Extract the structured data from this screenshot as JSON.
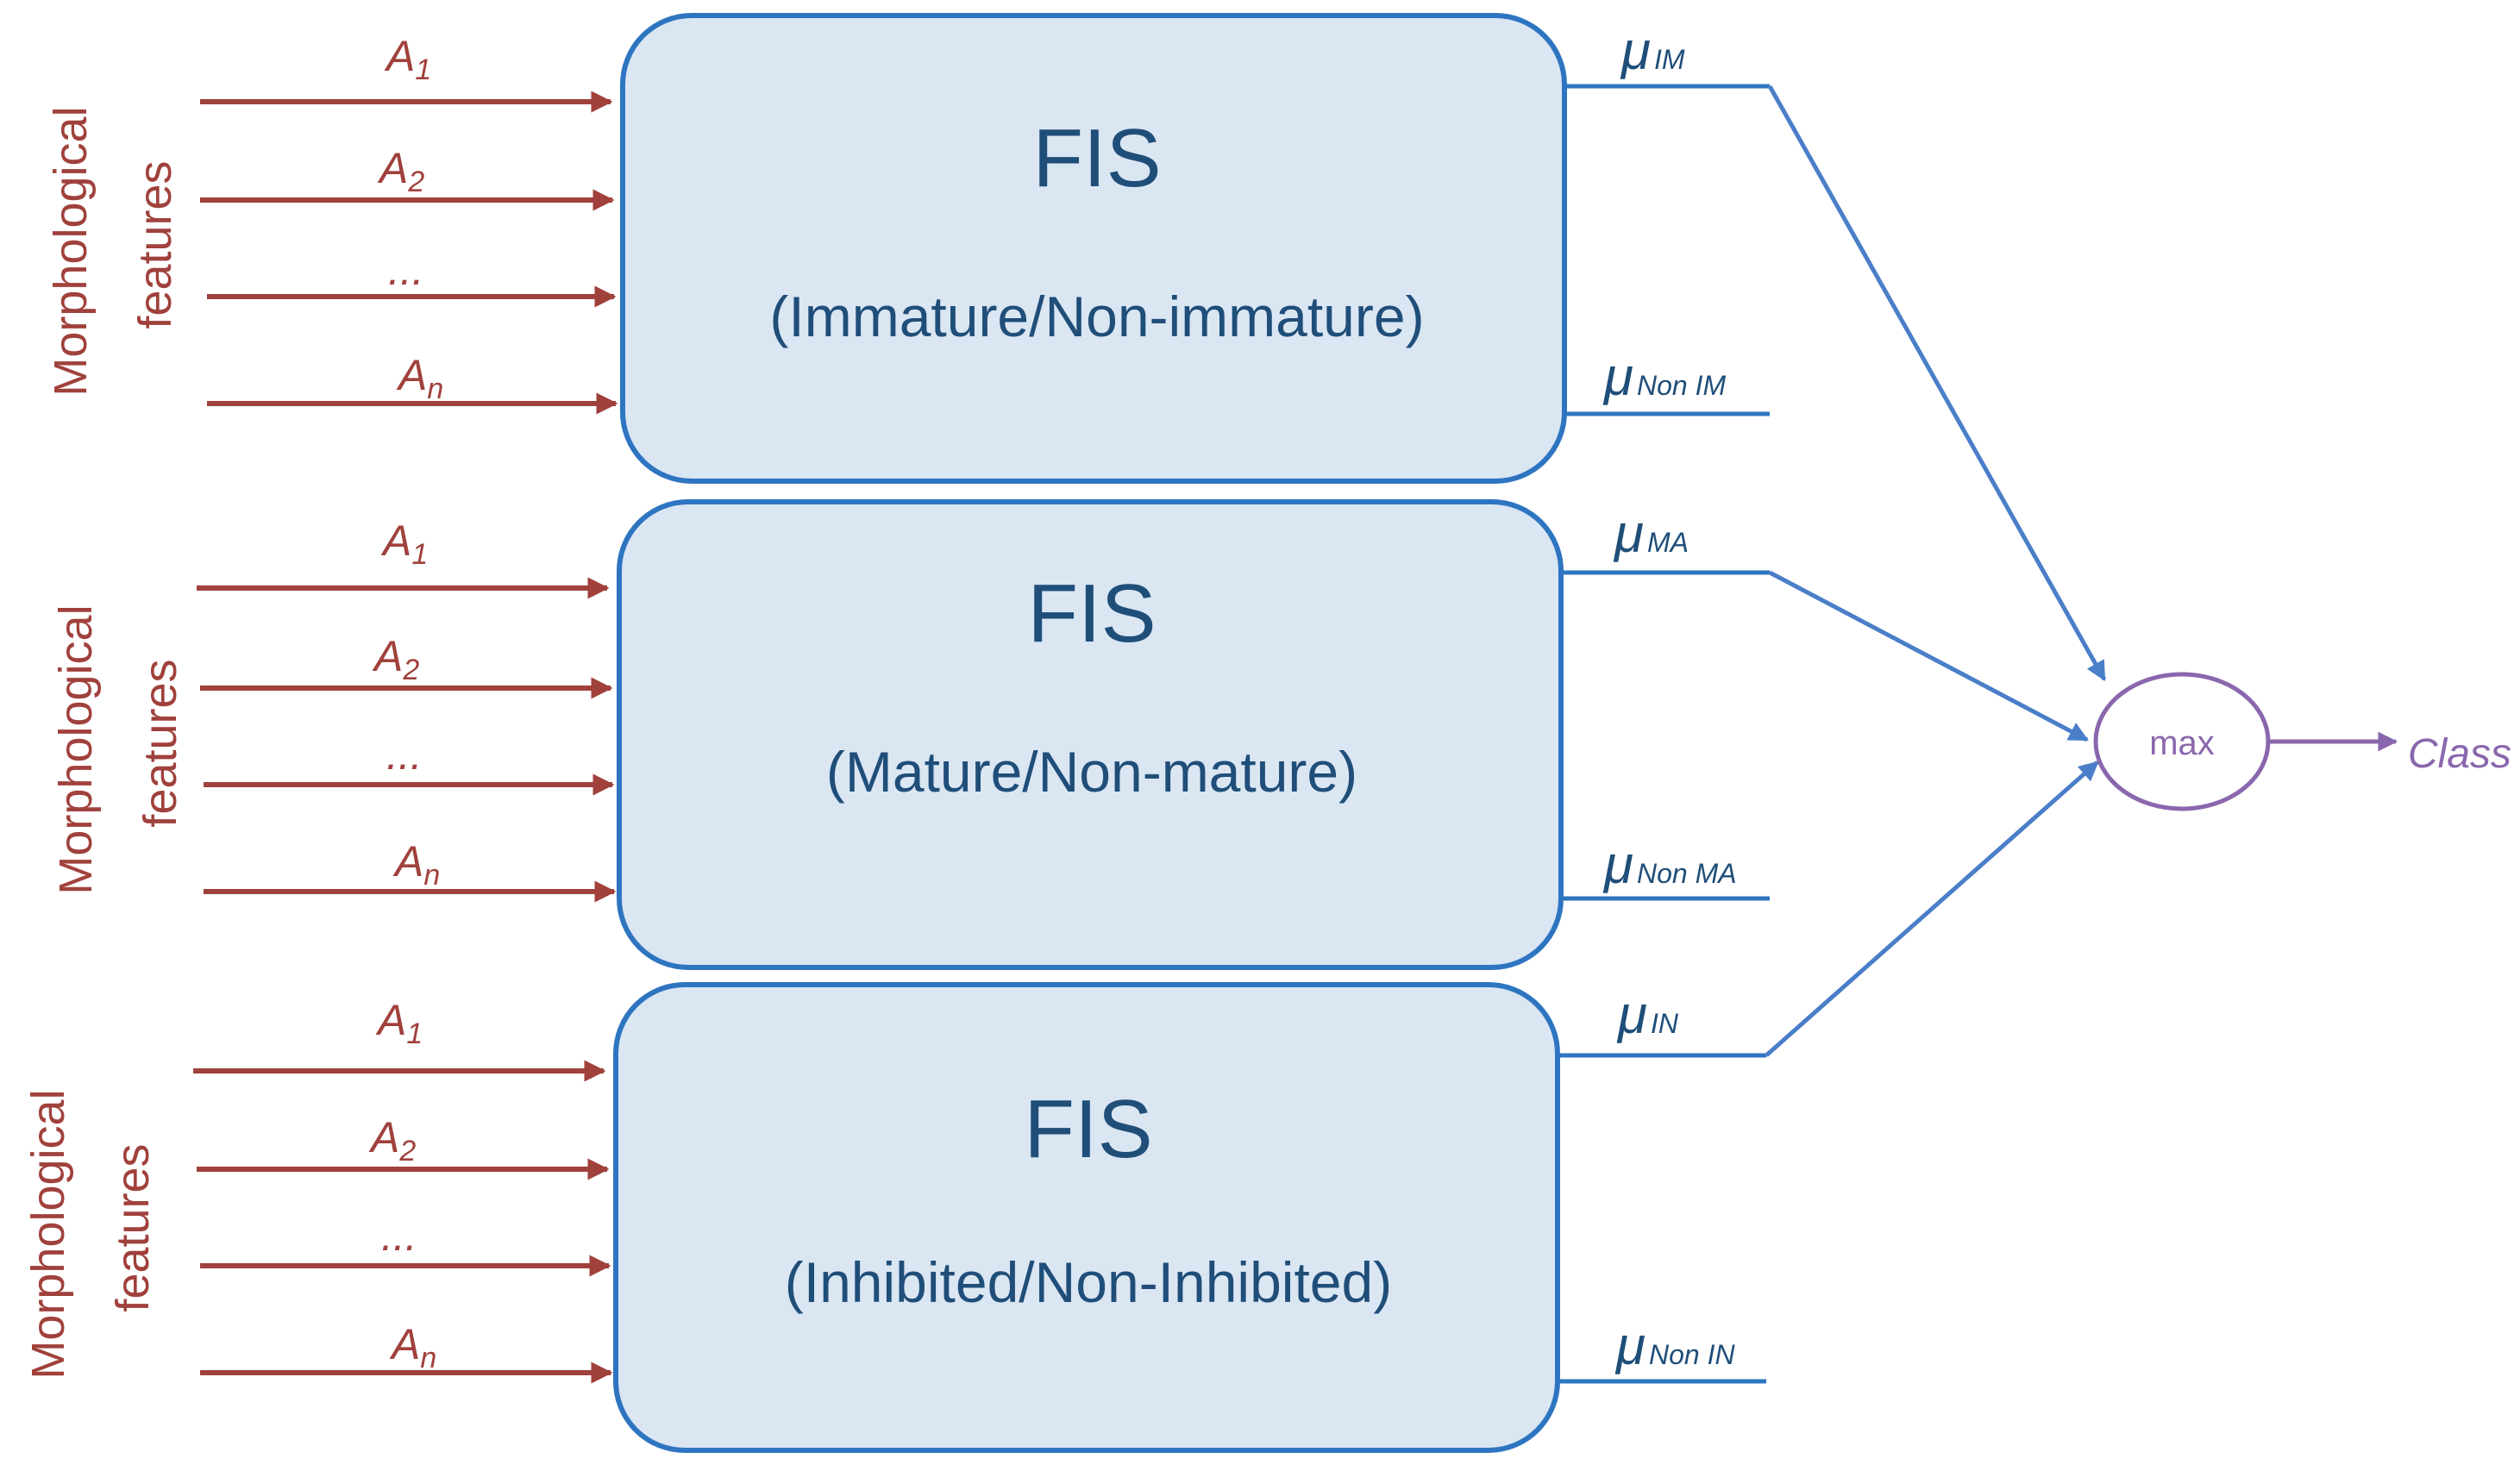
{
  "colors": {
    "input_arrow": "#a0413c",
    "side_label": "#a0413c",
    "box_fill": "#dbe6f3",
    "box_stroke": "#2e75c1",
    "box_text": "#1f4e79",
    "output_line": "#2e75c1",
    "output_label": "#1f4e79",
    "combiner_arrow": "#4a7ec8",
    "max_node": "#8a67ad"
  },
  "blocks": [
    {
      "side_label": [
        "Morphological",
        "features"
      ],
      "title": "FIS",
      "subtitle": "(Immature/Non-immature)",
      "inputs": [
        {
          "main": "A",
          "sub": "1"
        },
        {
          "main": "A",
          "sub": "2"
        },
        {
          "main": "...",
          "sub": ""
        },
        {
          "main": "A",
          "sub": "n"
        }
      ],
      "outputs": [
        {
          "main": "μ",
          "sub": "IM"
        },
        {
          "main": "μ",
          "sub": "Non IM"
        }
      ]
    },
    {
      "side_label": [
        "Morphological",
        "features"
      ],
      "title": "FIS",
      "subtitle": "(Mature/Non-mature)",
      "inputs": [
        {
          "main": "A",
          "sub": "1"
        },
        {
          "main": "A",
          "sub": "2"
        },
        {
          "main": "...",
          "sub": ""
        },
        {
          "main": "A",
          "sub": "n"
        }
      ],
      "outputs": [
        {
          "main": "μ",
          "sub": "MA"
        },
        {
          "main": "μ",
          "sub": "Non MA"
        }
      ]
    },
    {
      "side_label": [
        "Morphological",
        "features"
      ],
      "title": "FIS",
      "subtitle": "(Inhibited/Non-Inhibited)",
      "inputs": [
        {
          "main": "A",
          "sub": "1"
        },
        {
          "main": "A",
          "sub": "2"
        },
        {
          "main": "...",
          "sub": ""
        },
        {
          "main": "A",
          "sub": "n"
        }
      ],
      "outputs": [
        {
          "main": "μ",
          "sub": "IN"
        },
        {
          "main": "μ",
          "sub": "Non IN"
        }
      ]
    }
  ],
  "combiner": {
    "label": "max",
    "output": "Class"
  }
}
